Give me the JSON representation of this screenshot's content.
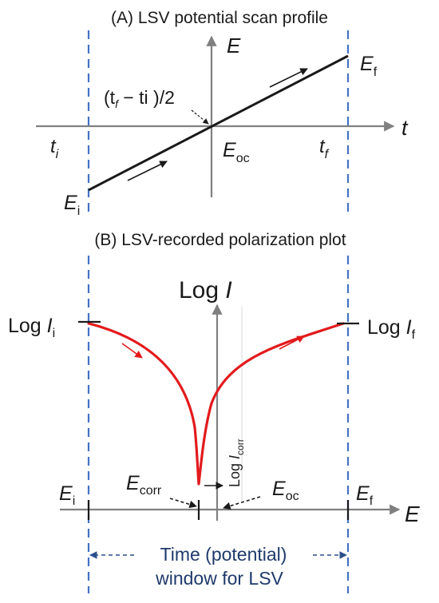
{
  "panel_a": {
    "title": "(A) LSV potential scan profile",
    "y_axis": "E",
    "x_axis": "t",
    "midpoint": {
      "open": "(t",
      "sub_f": "f",
      "rest": " − ti )/2"
    },
    "e_final": {
      "main": "E",
      "sub": "f"
    },
    "e_initial": {
      "main": "E",
      "sub": "i"
    },
    "e_oc": {
      "main": "E",
      "sub": "oc"
    },
    "t_initial": {
      "main": "t",
      "sub": "i"
    },
    "t_final": {
      "main": "t",
      "sub": "f"
    }
  },
  "panel_b": {
    "title": "(B) LSV-recorded polarization plot",
    "y_axis": {
      "pre": "Log ",
      "var": "I"
    },
    "x_axis": "E",
    "log_i_initial": {
      "pre": "Log ",
      "var": "I",
      "sub": "i"
    },
    "log_i_final": {
      "pre": "Log ",
      "var": "I",
      "sub": "f"
    },
    "log_i_corr": {
      "pre": "Log ",
      "var": "I",
      "sub": "corr"
    },
    "e_corr": {
      "main": "E",
      "sub": "corr"
    },
    "e_oc": {
      "main": "E",
      "sub": "oc"
    },
    "e_initial": {
      "main": "E",
      "sub": "i"
    },
    "e_final": {
      "main": "E",
      "sub": "f"
    },
    "window_line1": "Time (potential)",
    "window_line2": "window for LSV"
  },
  "colors": {
    "axis": "#808080",
    "guide": "#4472c4",
    "curve": "#e31a1c",
    "label_navy": "#1f3a6b",
    "ink": "#1a1a1a"
  }
}
